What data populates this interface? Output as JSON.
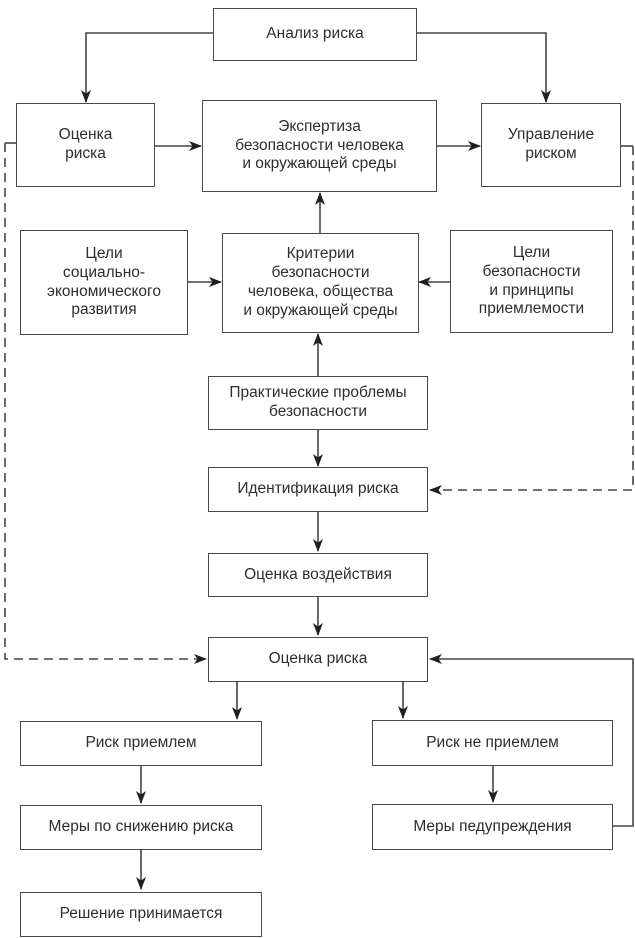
{
  "diagram": {
    "type": "flowchart",
    "language": "ru",
    "colors": {
      "background": "#ffffff",
      "box_border": "#4a4a4a",
      "line": "#454545",
      "arrowhead": "#1f1f1f",
      "text": "#2e2e2e"
    },
    "nodes": {
      "risk_analysis": {
        "label": "Анализ риска"
      },
      "risk_assessment_top": {
        "label": "Оценка\nриска"
      },
      "expertise": {
        "label": "Экспертиза\nбезопасности человека\nи окружающей среды"
      },
      "risk_management": {
        "label": "Управление\nриском"
      },
      "socio_economic_goals": {
        "label": "Цели\nсоциально-\nэкономического\nразвития"
      },
      "safety_criteria": {
        "label": "Критерии\nбезопасности\nчеловека, общества\nи окружающей среды"
      },
      "safety_goals": {
        "label": "Цели\nбезопасности\nи принципы\nприемлемости"
      },
      "practical_problems": {
        "label": "Практические проблемы\nбезопасности"
      },
      "risk_identification": {
        "label": "Идентификация риска"
      },
      "impact_assessment": {
        "label": "Оценка воздействия"
      },
      "risk_assessment_main": {
        "label": "Оценка риска"
      },
      "risk_acceptable": {
        "label": "Риск приемлем"
      },
      "risk_not_acceptable": {
        "label": "Риск не приемлем"
      },
      "risk_reduction_measures": {
        "label": "Меры по снижению риска"
      },
      "prevention_measures": {
        "label": "Меры педупреждения"
      },
      "decision_made": {
        "label": "Решение принимается"
      }
    },
    "edges": [
      {
        "from": "risk_analysis",
        "to": "risk_assessment_top",
        "style": "solid"
      },
      {
        "from": "risk_analysis",
        "to": "risk_management",
        "style": "solid"
      },
      {
        "from": "risk_assessment_top",
        "to": "expertise",
        "style": "solid"
      },
      {
        "from": "expertise",
        "to": "risk_management",
        "style": "solid"
      },
      {
        "from": "safety_criteria",
        "to": "expertise",
        "style": "solid"
      },
      {
        "from": "socio_economic_goals",
        "to": "safety_criteria",
        "style": "solid"
      },
      {
        "from": "safety_goals",
        "to": "safety_criteria",
        "style": "solid"
      },
      {
        "from": "practical_problems",
        "to": "safety_criteria",
        "style": "solid"
      },
      {
        "from": "practical_problems",
        "to": "risk_identification",
        "style": "solid"
      },
      {
        "from": "risk_identification",
        "to": "impact_assessment",
        "style": "solid"
      },
      {
        "from": "impact_assessment",
        "to": "risk_assessment_main",
        "style": "solid"
      },
      {
        "from": "risk_assessment_main",
        "to": "risk_acceptable",
        "style": "solid"
      },
      {
        "from": "risk_assessment_main",
        "to": "risk_not_acceptable",
        "style": "solid"
      },
      {
        "from": "risk_acceptable",
        "to": "risk_reduction_measures",
        "style": "solid"
      },
      {
        "from": "risk_reduction_measures",
        "to": "decision_made",
        "style": "solid"
      },
      {
        "from": "risk_not_acceptable",
        "to": "prevention_measures",
        "style": "solid"
      },
      {
        "from": "prevention_measures",
        "to": "risk_assessment_main",
        "style": "solid"
      },
      {
        "from": "risk_assessment_top",
        "to": "risk_assessment_main",
        "style": "dashed"
      },
      {
        "from": "risk_management",
        "to": "risk_identification",
        "style": "dashed"
      }
    ]
  }
}
